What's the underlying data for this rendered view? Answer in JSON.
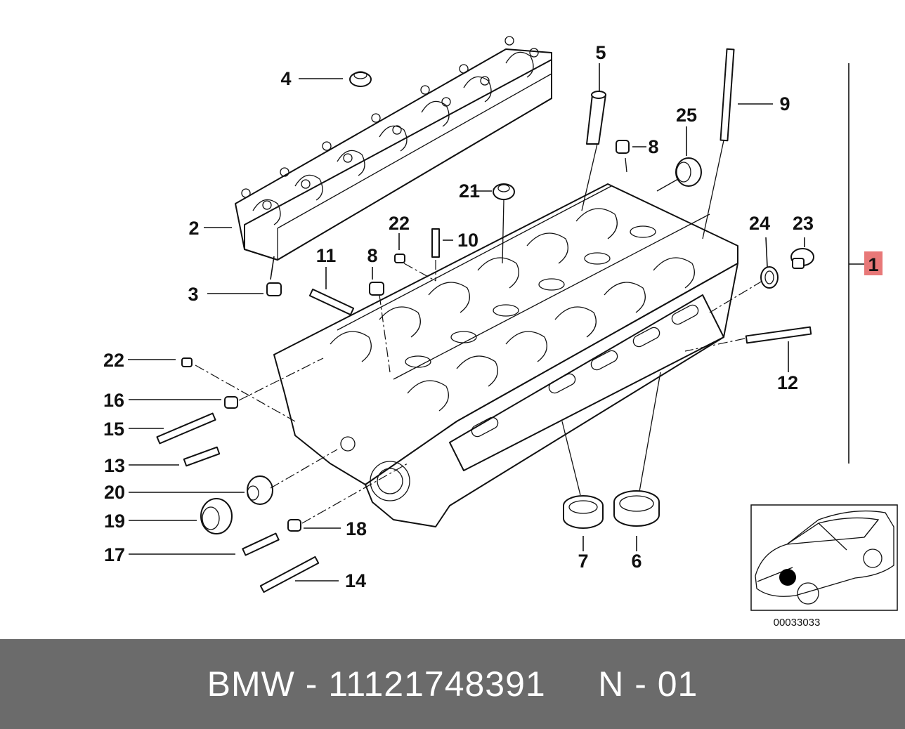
{
  "diagram": {
    "callouts": [
      {
        "id": "1",
        "highlighted": true
      },
      {
        "id": "2"
      },
      {
        "id": "3"
      },
      {
        "id": "4"
      },
      {
        "id": "5"
      },
      {
        "id": "6"
      },
      {
        "id": "7"
      },
      {
        "id": "8a",
        "text": "8"
      },
      {
        "id": "8b",
        "text": "8"
      },
      {
        "id": "9"
      },
      {
        "id": "10"
      },
      {
        "id": "11"
      },
      {
        "id": "12"
      },
      {
        "id": "13"
      },
      {
        "id": "14"
      },
      {
        "id": "15"
      },
      {
        "id": "16"
      },
      {
        "id": "17"
      },
      {
        "id": "18"
      },
      {
        "id": "19"
      },
      {
        "id": "20"
      },
      {
        "id": "21"
      },
      {
        "id": "22a",
        "text": "22"
      },
      {
        "id": "22b",
        "text": "22"
      },
      {
        "id": "23"
      },
      {
        "id": "24"
      },
      {
        "id": "25"
      }
    ],
    "labels": {
      "c1": "1",
      "c2": "2",
      "c3": "3",
      "c4": "4",
      "c5": "5",
      "c6": "6",
      "c7": "7",
      "c8a": "8",
      "c8b": "8",
      "c9": "9",
      "c10": "10",
      "c11": "11",
      "c12": "12",
      "c13": "13",
      "c14": "14",
      "c15": "15",
      "c16": "16",
      "c17": "17",
      "c18": "18",
      "c19": "19",
      "c20": "20",
      "c21": "21",
      "c22a": "22",
      "c22b": "22",
      "c23": "23",
      "c24": "24",
      "c25": "25"
    },
    "highlight_color": "#e87878",
    "inset_code": "00033033"
  },
  "footer": {
    "brand": "BMW",
    "separator1": " - ",
    "part_number": "11121748391",
    "gap": "     ",
    "code": "N - 01",
    "background": "#6b6b6b"
  }
}
